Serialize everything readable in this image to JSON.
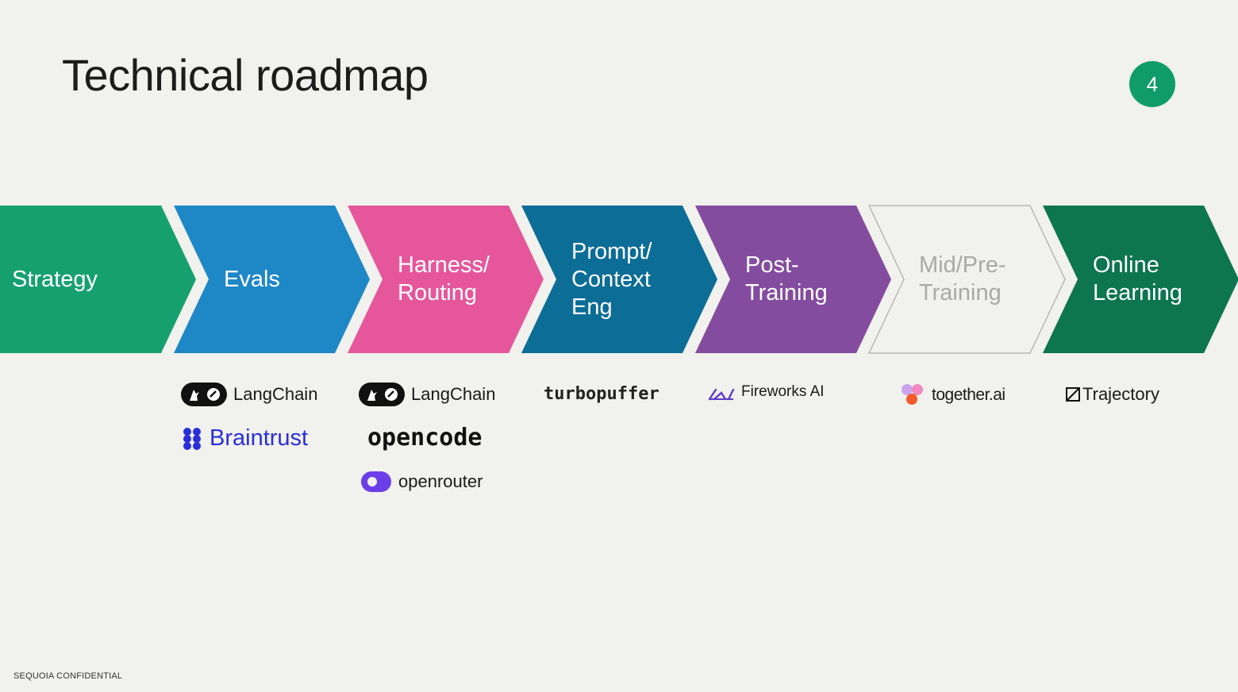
{
  "slide": {
    "title": "Technical roadmap",
    "page_number": "4",
    "footer": "SEQUOIA CONFIDENTIAL"
  },
  "stages": [
    {
      "label": "Strategy",
      "color": "#16a070",
      "text_color": "#ffffff",
      "outlined": false
    },
    {
      "label": "Evals",
      "color": "#1e87c6",
      "text_color": "#ffffff",
      "outlined": false
    },
    {
      "label": "Harness/\nRouting",
      "color": "#e5579a",
      "text_color": "#ffffff",
      "outlined": false
    },
    {
      "label": "Prompt/\nContext\nEng",
      "color": "#0c6d96",
      "text_color": "#ffffff",
      "outlined": false
    },
    {
      "label": "Post-\nTraining",
      "color": "#844c9e",
      "text_color": "#ffffff",
      "outlined": false
    },
    {
      "label": "Mid/Pre-\nTraining",
      "color": "#f1f1ed",
      "text_color": "#a9a9a9",
      "outlined": true
    },
    {
      "label": "Online\nLearning",
      "color": "#0d7550",
      "text_color": "#ffffff",
      "outlined": false
    }
  ],
  "logos": {
    "evals": [
      {
        "name": "LangChain",
        "icon": "langchain-icon"
      },
      {
        "name": "Braintrust",
        "icon": "braintrust-icon",
        "color": "#2a2ed8"
      }
    ],
    "harness": [
      {
        "name": "LangChain",
        "icon": "langchain-icon"
      },
      {
        "name": "opencode",
        "icon": "opencode-wordmark"
      },
      {
        "name": "openrouter",
        "icon": "openrouter-icon",
        "color": "#6c3ee8"
      }
    ],
    "prompt": [
      {
        "name": "turbopuffer",
        "icon": "turbopuffer-wordmark"
      }
    ],
    "post_training": [
      {
        "name": "Fireworks AI",
        "icon": "fireworks-icon",
        "color": "#5b3ec7"
      }
    ],
    "mid_pre_training": [
      {
        "name": "together.ai",
        "icon": "together-icon"
      }
    ],
    "online_learning": [
      {
        "name": "Trajectory",
        "icon": "trajectory-icon"
      }
    ]
  }
}
